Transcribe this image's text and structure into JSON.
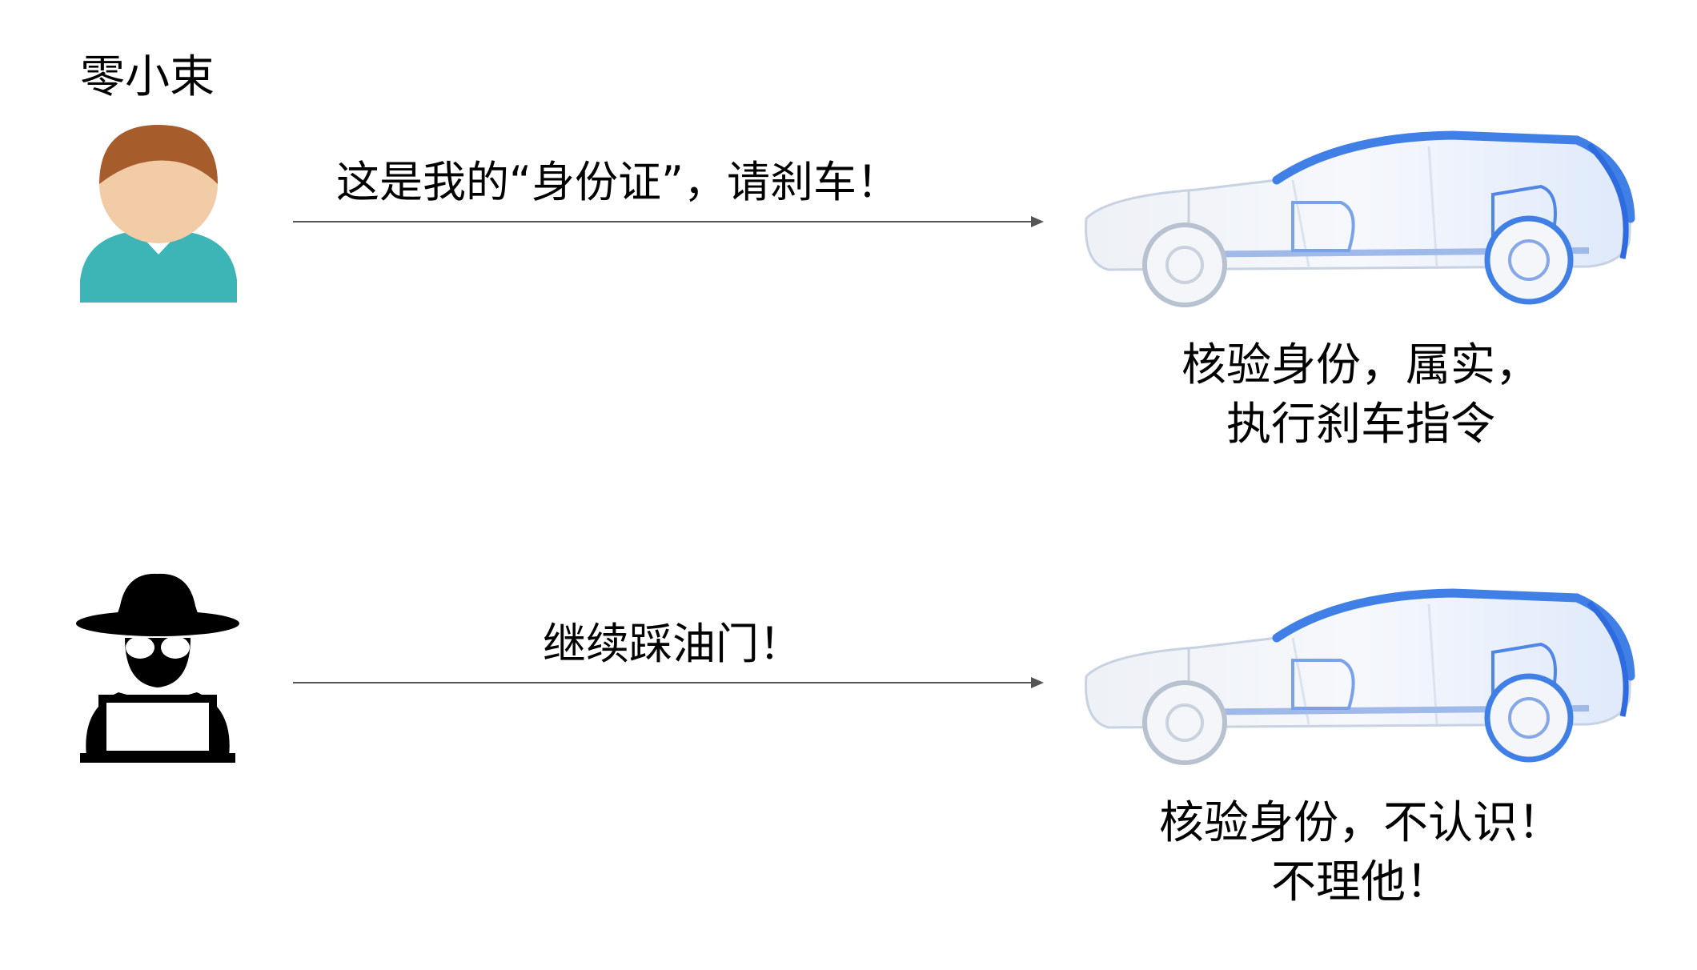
{
  "row1": {
    "actor_name": "零小束",
    "actor_icon": "person-icon",
    "message": "这是我的“身份证”，请刹车！",
    "result_lines": [
      "核验身份，属实，",
      "执行刹车指令"
    ]
  },
  "row2": {
    "actor_icon": "hacker-icon",
    "message": "继续踩油门！",
    "result_lines": [
      "核验身份，不认识！",
      "不理他！"
    ]
  },
  "colors": {
    "hair": "#a65c2b",
    "skin": "#f2cba7",
    "shirt": "#3db4b5",
    "arrow": "#555555",
    "car_accent": "#3f7fe6"
  }
}
